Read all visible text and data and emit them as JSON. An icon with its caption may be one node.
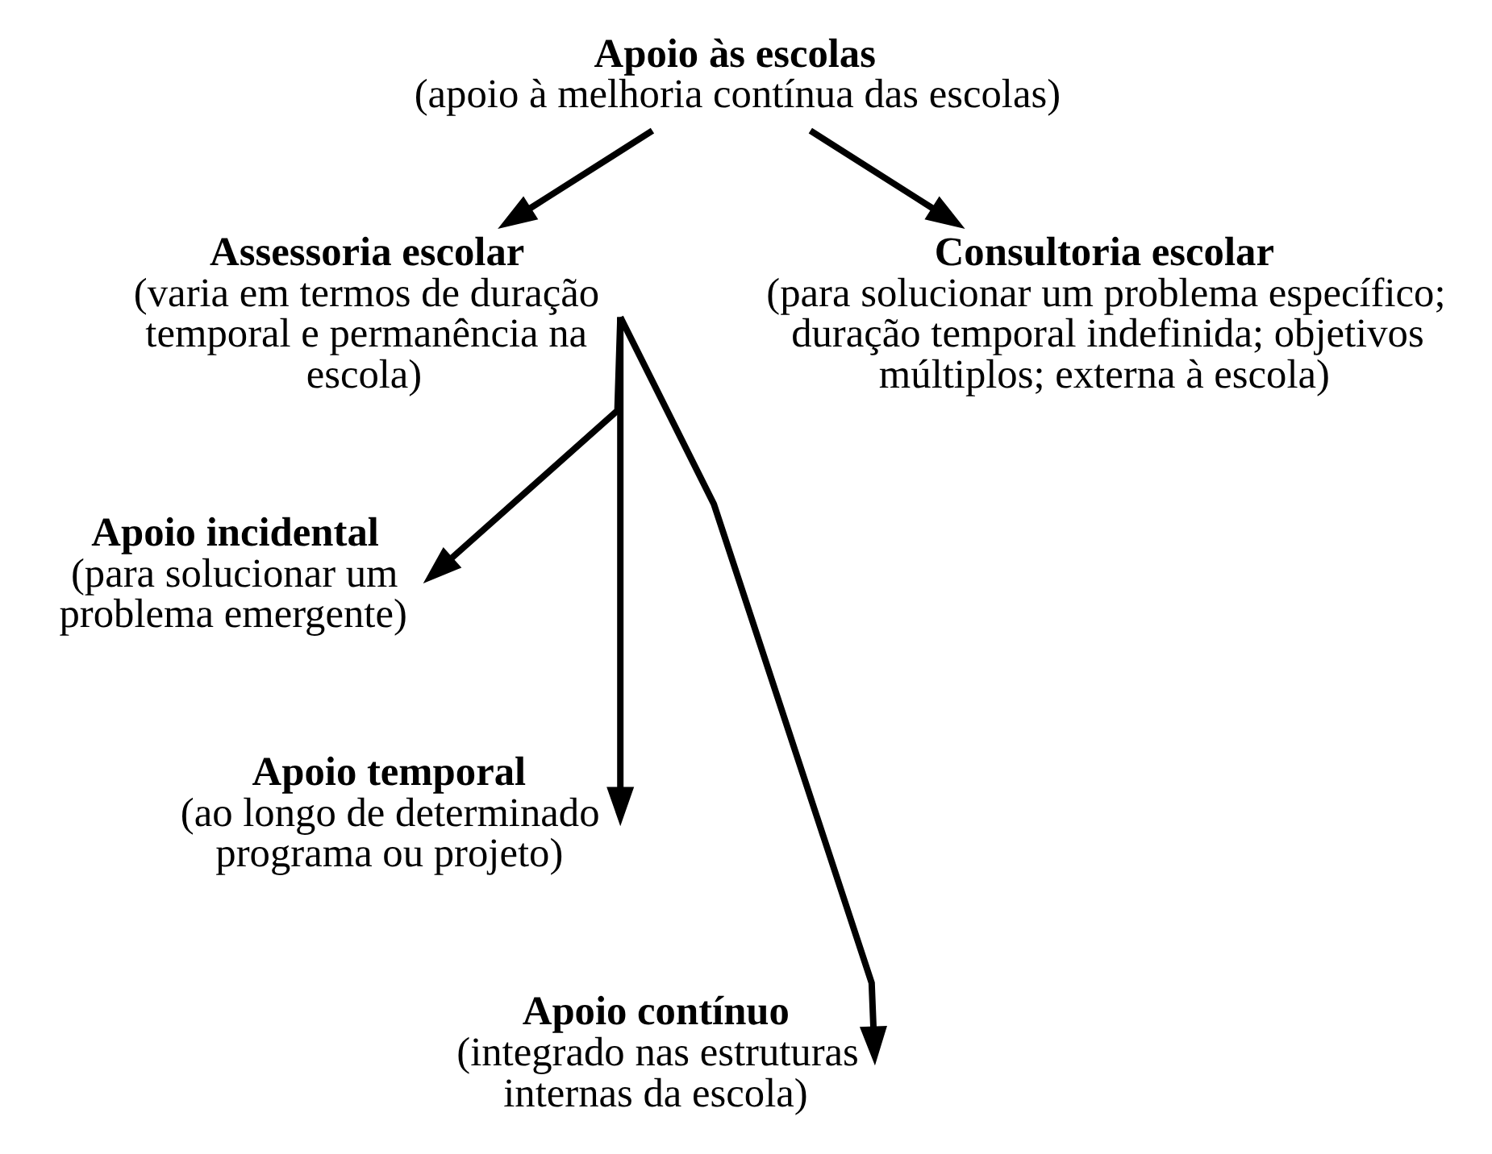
{
  "diagram": {
    "nodes": [
      {
        "text": [
          "Apoio às escolas",
          "(apoio à melhoria contínua das escolas)"
        ]
      },
      {
        "text": [
          "Assessoria escolar",
          "(varia em termos de duração temporal e permanência na escola)"
        ]
      },
      {
        "text": [
          "Consultoria escolar",
          "(para solucionar um problema específico; duração temporal indefinida; objetivos múltiplos; externa à escola)"
        ]
      },
      {
        "text": [
          "Apoio incidental",
          "(para solucionar um problema emergente)"
        ]
      },
      {
        "text": [
          "Apoio temporal",
          "(ao longo de determinado programa ou projeto)"
        ]
      },
      {
        "text": [
          "Apoio contínuo",
          "(integrado nas estruturas internas da escola)"
        ]
      }
    ],
    "edges": [
      {
        "from": 0,
        "to": 1,
        "arrow": "to"
      },
      {
        "from": 0,
        "to": 2,
        "arrow": "to"
      },
      {
        "from": 1,
        "to": 3,
        "arrow": "to"
      },
      {
        "from": 1,
        "to": 4,
        "arrow": "to"
      },
      {
        "from": 1,
        "to": 5,
        "arrow": "to"
      }
    ]
  }
}
